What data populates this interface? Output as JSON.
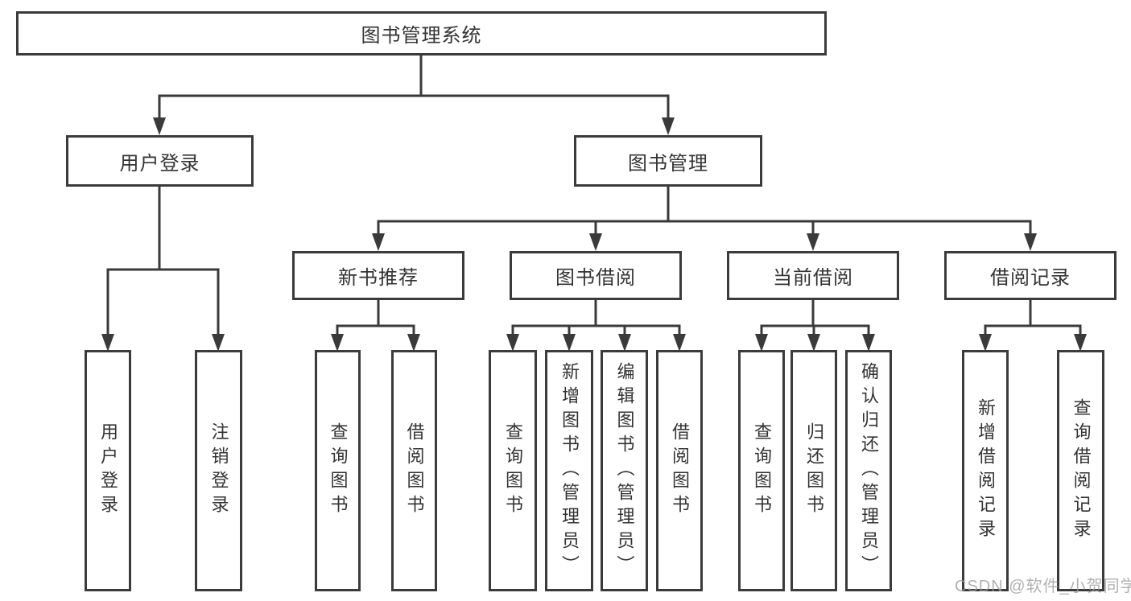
{
  "diagram": {
    "root": "图书管理系统",
    "l2": {
      "user": "用户登录",
      "book": "图书管理"
    },
    "l3": {
      "recommend": "新书推荐",
      "borrow": "图书借阅",
      "current": "当前借阅",
      "records": "借阅记录"
    },
    "leaf": {
      "user_login": "用户登录",
      "user_logout": "注销登录",
      "rec_query": "查询图书",
      "rec_borrow": "借阅图书",
      "bor_query": "查询图书",
      "bor_add": "新增图书（管理员）",
      "bor_edit": "编辑图书（管理员）",
      "bor_borrow": "借阅图书",
      "cur_query": "查询图书",
      "cur_return": "归还图书",
      "cur_confirm": "确认归还（管理员）",
      "recs_add": "新增借阅记录",
      "recs_query": "查询借阅记录"
    }
  },
  "watermark": "CSDN @软件_小贺同学",
  "colors": {
    "line": "#3a3a3a",
    "border": "#3b3b3b",
    "text": "#333333",
    "watermark": "#9e9e9e"
  }
}
